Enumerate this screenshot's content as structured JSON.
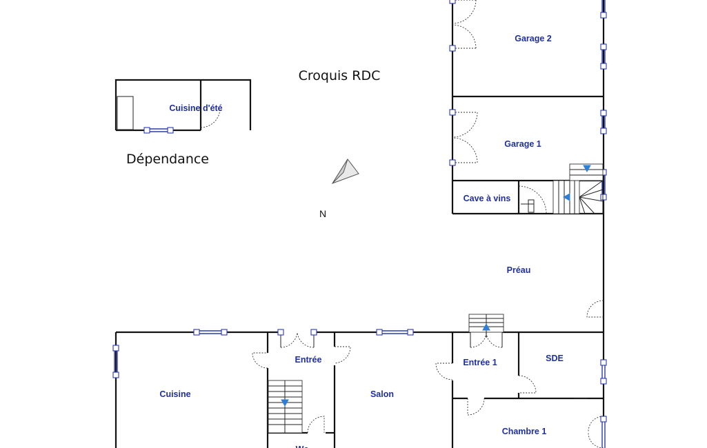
{
  "plan": {
    "title": "Croquis RDC",
    "outbuilding_label": "Dépendance",
    "north_label": "N",
    "rooms": {
      "garage_2": "Garage 2",
      "garage_1": "Garage 1",
      "cave_a_vins": "Cave à vins",
      "preau": "Préau",
      "cuisine_ete": "Cuisine d'été",
      "entree": "Entrée",
      "cuisine": "Cuisine",
      "salon": "Salon",
      "entree_1": "Entrée 1",
      "sde": "SDE",
      "chambre_1": "Chambre 1",
      "wc": "Wc"
    }
  },
  "colors": {
    "room_label": "#1f2f9e",
    "window": "#2a38b0",
    "stair_arrow": "#2f7fd6",
    "wall": "#111111"
  }
}
